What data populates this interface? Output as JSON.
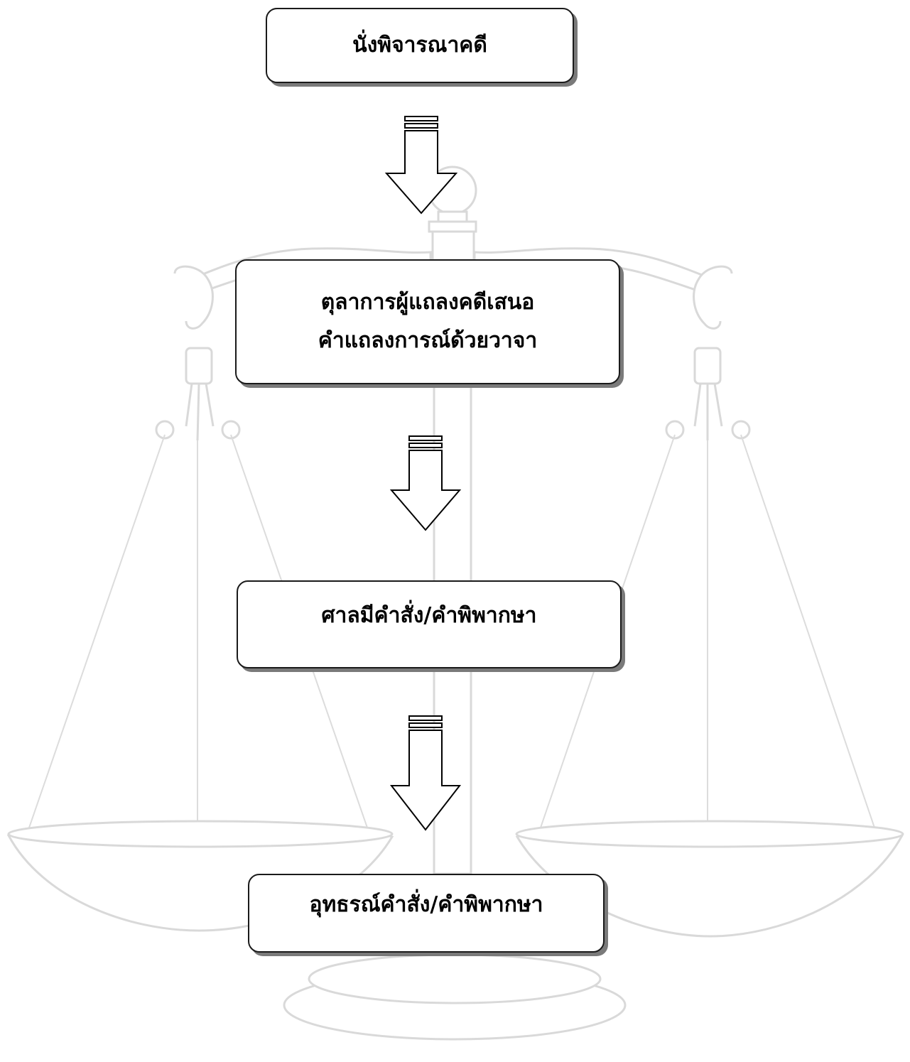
{
  "diagram": {
    "steps": [
      {
        "lines": [
          "นั่งพิจารณาคดี"
        ]
      },
      {
        "lines": [
          "ตุลาการผู้แถลงคดีเสนอ",
          "คำแถลงการณ์ด้วยวาจา"
        ]
      },
      {
        "lines": [
          "ศาลมีคำสั่ง/คำพิพากษา"
        ]
      },
      {
        "lines": [
          "อุทธรณ์คำสั่ง/คำพิพากษา"
        ]
      }
    ],
    "arrow_count": 3,
    "background": "scales-of-justice-watermark"
  },
  "colors": {
    "box_border": "#1a1a1a",
    "box_shadow": "#7a7a7a",
    "text": "#000000",
    "watermark": "#d9d9d9"
  }
}
